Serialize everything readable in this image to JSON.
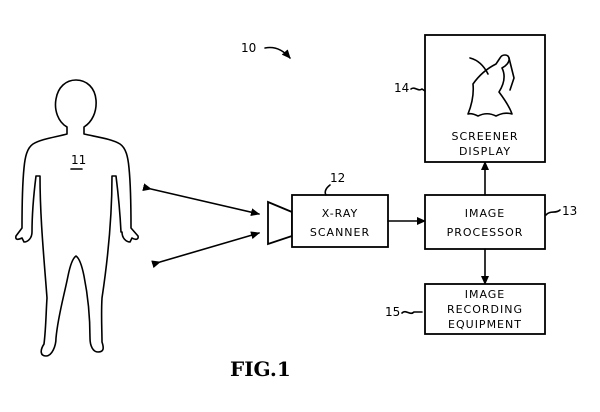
{
  "figure": {
    "caption": "FIG.1",
    "system_ref": "10",
    "person": {
      "ref": "11"
    },
    "scanner": {
      "ref": "12",
      "label_line1": "X-RAY",
      "label_line2": "SCANNER"
    },
    "processor": {
      "ref": "13",
      "label_line1": "IMAGE",
      "label_line2": "PROCESSOR"
    },
    "display": {
      "ref": "14",
      "label_line1": "SCREENER",
      "label_line2": "DISPLAY"
    },
    "recording": {
      "ref": "15",
      "label_line1": "IMAGE",
      "label_line2": "RECORDING",
      "label_line3": "EQUIPMENT"
    }
  }
}
